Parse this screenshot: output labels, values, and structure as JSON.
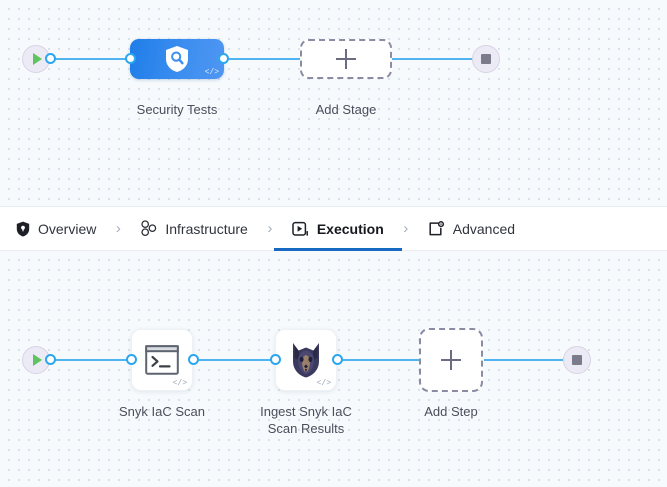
{
  "colors": {
    "canvas_bg": "#f6fafc",
    "edge": "#4fb4ef",
    "port_ring": "#2ba6f0",
    "stage_blue": "#3c8ef0",
    "active_tab_underline": "#1769c2",
    "play_green": "#5ec45e",
    "stop_gray": "#7b7b8c",
    "dashed_border": "#8b8ba3"
  },
  "stage_canvas": {
    "start_node": {
      "icon": "play-icon"
    },
    "end_node": {
      "icon": "stop-icon"
    },
    "nodes": [
      {
        "id": "security-tests",
        "label": "Security Tests",
        "icon": "shield-search-icon",
        "badge": "</>"
      },
      {
        "id": "add-stage",
        "label": "Add Stage",
        "icon": "plus-icon"
      }
    ]
  },
  "tab_bar": {
    "separator": "›",
    "tabs": [
      {
        "id": "overview",
        "label": "Overview",
        "icon": "shield-icon",
        "active": false
      },
      {
        "id": "infrastructure",
        "label": "Infrastructure",
        "icon": "nodes-cluster-icon",
        "active": false
      },
      {
        "id": "execution",
        "label": "Execution",
        "icon": "play-box-icon",
        "active": true
      },
      {
        "id": "advanced",
        "label": "Advanced",
        "icon": "settings-box-icon",
        "active": false
      }
    ]
  },
  "step_canvas": {
    "start_node": {
      "icon": "play-icon"
    },
    "end_node": {
      "icon": "stop-icon"
    },
    "nodes": [
      {
        "id": "snyk-iac-scan",
        "label": "Snyk IaC Scan",
        "icon": "terminal-icon",
        "badge": "</>"
      },
      {
        "id": "ingest-snyk-iac-scan-results",
        "label": "Ingest Snyk IaC\nScan Results",
        "icon": "snyk-dog-icon",
        "badge": "</>"
      },
      {
        "id": "add-step",
        "label": "Add Step",
        "icon": "plus-icon"
      }
    ]
  }
}
